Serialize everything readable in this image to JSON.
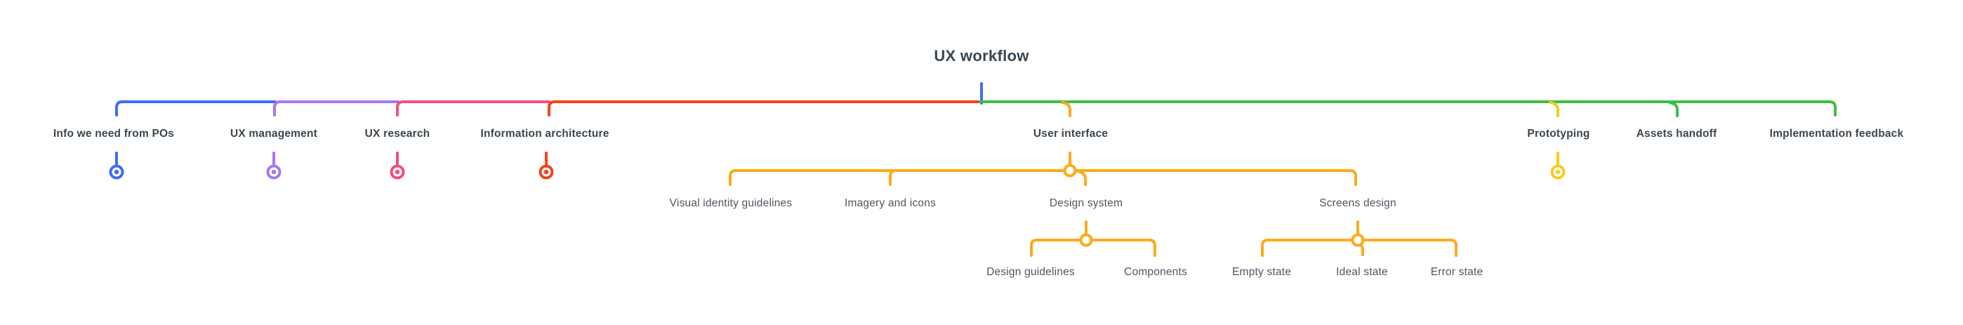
{
  "title": "UX workflow",
  "colors": {
    "blue": "#3e6df5",
    "purple": "#a577f2",
    "pink": "#f24e7d",
    "red": "#f4421f",
    "green": "#3ebf44",
    "orange": "#faab1c",
    "yellow": "#f9cb1e",
    "text_dark": "#3a4750",
    "text_gray": "#4c5761"
  },
  "tree": {
    "root": "UX workflow",
    "branches": [
      {
        "label": "Info we need from POs",
        "color": "#3e6df5"
      },
      {
        "label": "UX management",
        "color": "#a577f2"
      },
      {
        "label": "UX research",
        "color": "#f24e7d"
      },
      {
        "label": "Information architecture",
        "color": "#f4421f"
      },
      {
        "label": "User interface",
        "color": "#faab1c",
        "children": [
          {
            "label": "Visual identity guidelines"
          },
          {
            "label": "Imagery and icons"
          },
          {
            "label": "Design system",
            "children": [
              {
                "label": "Design guidelines"
              },
              {
                "label": "Components"
              }
            ]
          },
          {
            "label": "Screens design",
            "children": [
              {
                "label": "Empty state"
              },
              {
                "label": "Ideal state"
              },
              {
                "label": "Error state"
              }
            ]
          }
        ]
      },
      {
        "label": "Prototyping",
        "color": "#f9cb1e"
      },
      {
        "label": "Assets handoff",
        "color": "#3ebf44"
      },
      {
        "label": "Implementation feedback",
        "color": "#3ebf44"
      }
    ]
  }
}
